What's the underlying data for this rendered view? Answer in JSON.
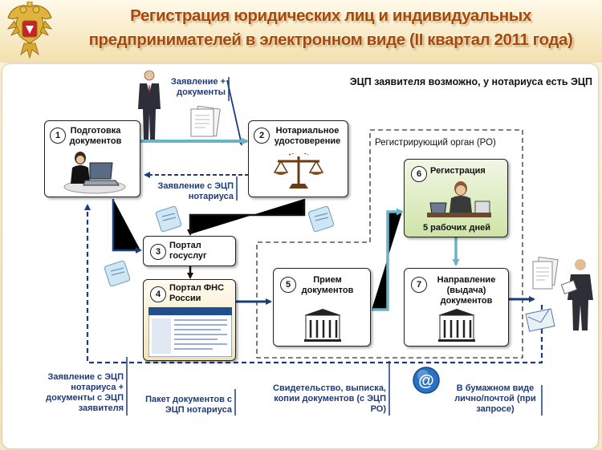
{
  "header": {
    "title_line1": "Регистрация юридических лиц и индивидуальных",
    "title_line2": "предпринимателей в электронном виде   (II квартал 2011 года)"
  },
  "note": "ЭЦП заявителя возможно, у нотариуса есть ЭЦП",
  "region_label": "Регистрирующий орган (РО)",
  "steps": [
    {
      "num": "1",
      "label": "Подготовка документов"
    },
    {
      "num": "2",
      "label": "Нотариальное удостоверение"
    },
    {
      "num": "3",
      "label": "Портал госуслуг"
    },
    {
      "num": "4",
      "label": "Портал ФНС России"
    },
    {
      "num": "5",
      "label": "Прием документов"
    },
    {
      "num": "6",
      "label": "Регистрация",
      "sublabel": "5 рабочих дней"
    },
    {
      "num": "7",
      "label": "Направление (выдача) документов"
    }
  ],
  "flow_labels": {
    "to_notary": "Заявление + документы",
    "from_notary": "Заявление с ЭЦП нотариуса",
    "applicant_path": "Заявление с ЭЦП нотариуса + документы с ЭЦП заявителя",
    "package": "Пакет документов с ЭЦП нотариуса",
    "certificate": "Свидетельство, выписка, копии документов (с ЭЦП РО)",
    "paper": "В бумажном виде лично/почтой (при запросе)"
  },
  "colors": {
    "title": "#a24a13",
    "label_blue": "#1f3a78",
    "arrow_navy": "#1a3d7c",
    "arrow_teal": "#6bb3c9",
    "box_green": "#cfe3a8",
    "box_cream": "#f1e2b6"
  },
  "icons": [
    "russian-emblem-icon",
    "businessman-icon",
    "document-stack-icon",
    "woman-at-laptop-icon",
    "scales-icon",
    "email-icon",
    "fns-portal-screenshot-icon",
    "building-icon",
    "woman-at-desk-icon",
    "at-sign-icon",
    "envelope-icon",
    "reading-man-icon"
  ]
}
